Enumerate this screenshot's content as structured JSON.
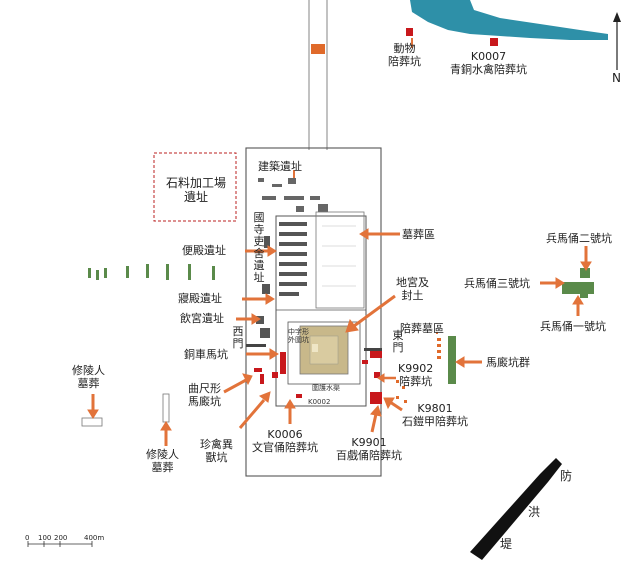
{
  "labels": {
    "zoo_pit": "動物\n陪葬坑",
    "k0007": "K0007\n青銅水禽陪葬坑",
    "north": "N",
    "stone_workshop": "石料加工場\n遺址",
    "building_site": "建築遺址",
    "guosi_site": "國寺吏舍遺址",
    "side_hall": "便殿遺址",
    "burial_area": "墓葬區",
    "hall_site": "寢殿遺址",
    "palace_site": "飲宮遺址",
    "underground_palace": "地宮及\n封土",
    "terracotta_2": "兵馬俑二號坑",
    "terracotta_3": "兵馬俑三號坑",
    "terracotta_1": "兵馬俑一號坑",
    "west_gate": "西門",
    "east_gate": "東門",
    "cross_tomb": "中字形\n外圍坑",
    "bronze_chariot": "銅車馬坑",
    "sacrificial_area": "陪葬墓區",
    "stable_group": "馬廄坑群",
    "k9902": "K9902\n陪葬坑",
    "qu_stable": "曲尺形\n馬廄坑",
    "xiuling_left": "修陵人\n墓葬",
    "xiuling_bottom": "修陵人\n墓葬",
    "k9801": "K9801\n石鎧甲陪葬坑",
    "rare_animal": "珍禽異\n獸坑",
    "k0006": "K0006\n文官俑陪葬坑",
    "k9901": "K9901\n百戲俑陪葬坑",
    "levee": [
      "防",
      "洪",
      "堤"
    ],
    "inner_water": "圍護水渠",
    "k0002": "K0002"
  },
  "scale": {
    "ticks": [
      "0",
      "100",
      "200",
      "400m"
    ]
  },
  "colors": {
    "river": "#2e90a8",
    "pit_orange": "#e06a2a",
    "pit_red": "#c8181c",
    "pit_green": "#5a8a4a",
    "wall": "#555555",
    "mound": "#c8b88a",
    "levee": "#111111",
    "arrow": "#e2733a"
  }
}
